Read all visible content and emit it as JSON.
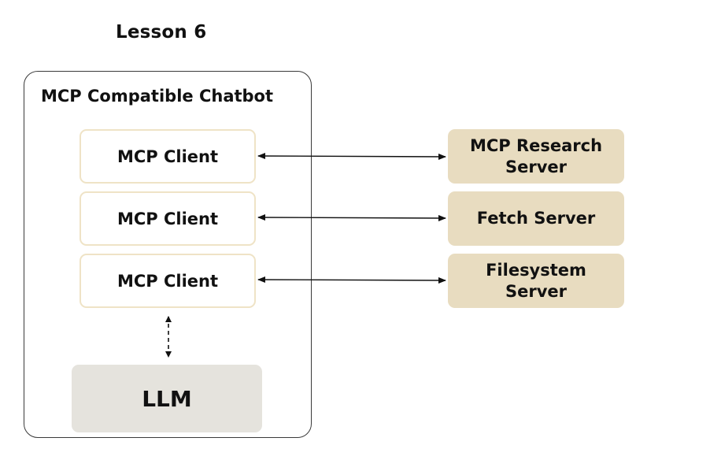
{
  "lesson_title": "Lesson 6",
  "chatbot": {
    "title": "MCP Compatible Chatbot",
    "clients": [
      {
        "label": "MCP Client"
      },
      {
        "label": "MCP Client"
      },
      {
        "label": "MCP Client"
      }
    ],
    "llm_label": "LLM"
  },
  "servers": [
    {
      "label": "MCP Research Server"
    },
    {
      "label": "Fetch Server"
    },
    {
      "label": "Filesystem Server"
    }
  ],
  "colors": {
    "client_border": "#efe3c6",
    "server_fill": "#e8dcc0",
    "llm_fill": "#e5e3dd",
    "arrow": "#111111"
  }
}
